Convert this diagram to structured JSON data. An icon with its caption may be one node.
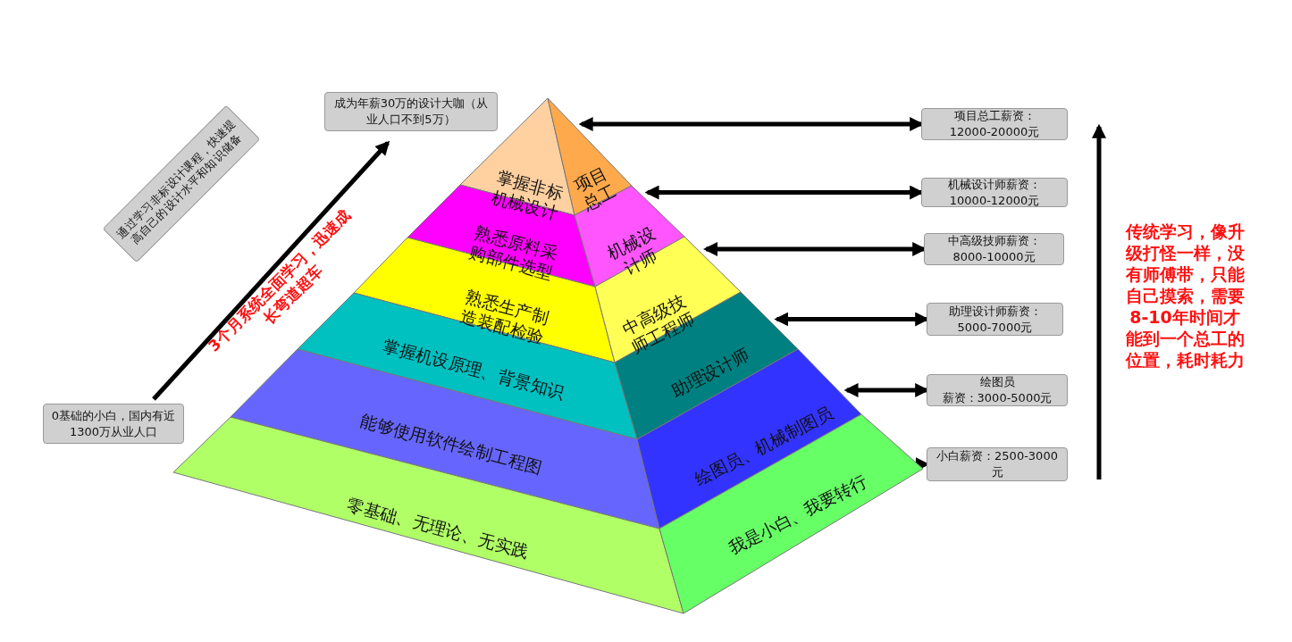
{
  "diagram": {
    "nodes": [
      {
        "text": [
          "成为年薪30万的设计大咖（从业人口不到5万）"
        ]
      },
      {
        "text": [
          "通过学习非标设计课程，快速提高自己的设计水平和知识储备"
        ]
      },
      {
        "text": [
          "0基础的小白，国内有近1300万从业人口"
        ]
      },
      {
        "text": [
          "掌握非标机械设计"
        ]
      },
      {
        "text": [
          "熟悉原料采购部件选型"
        ]
      },
      {
        "text": [
          "熟悉生产制造装配检验"
        ]
      },
      {
        "text": [
          "掌握机设原理、背景知识"
        ]
      },
      {
        "text": [
          "能够使用软件绘制工程图"
        ]
      },
      {
        "text": [
          "零基础、无理论、无实践"
        ]
      },
      {
        "text": [
          "项目总工"
        ]
      },
      {
        "text": [
          "机械设计师"
        ]
      },
      {
        "text": [
          "中高级技师工程师"
        ]
      },
      {
        "text": [
          "助理设计师"
        ]
      },
      {
        "text": [
          "绘图员、机械制图员"
        ]
      },
      {
        "text": [
          "我是小白、我要转行"
        ]
      },
      {
        "text": [
          "项目总工薪资：",
          "12000-20000元"
        ]
      },
      {
        "text": [
          "机械设计师薪资：",
          "10000-12000元"
        ]
      },
      {
        "text": [
          "中高级技师薪资：",
          "8000-10000元"
        ]
      },
      {
        "text": [
          "助理设计师薪资：",
          "5000-7000元"
        ]
      },
      {
        "text": [
          "绘图员",
          "薪资：3000-5000元"
        ]
      },
      {
        "text": [
          "小白薪资：2500-3000元"
        ]
      }
    ],
    "edges": [
      {
        "from": 2,
        "to": 0,
        "arrow": "to"
      },
      {
        "from": 9,
        "to": 15,
        "arrow": "both"
      },
      {
        "from": 10,
        "to": 16,
        "arrow": "both"
      },
      {
        "from": 11,
        "to": 17,
        "arrow": "both"
      },
      {
        "from": 12,
        "to": 18,
        "arrow": "both"
      },
      {
        "from": 13,
        "to": 19,
        "arrow": "both"
      },
      {
        "from": 14,
        "to": 20,
        "arrow": "both"
      }
    ],
    "labels": [
      "3个月系统全面学习，迅速成长弯道超车",
      "传统学习，像升级打怪一样，没有师傅带，只能自己摸索，需要8-10年时间才能到一个总工的位置，耗时耗力"
    ]
  }
}
